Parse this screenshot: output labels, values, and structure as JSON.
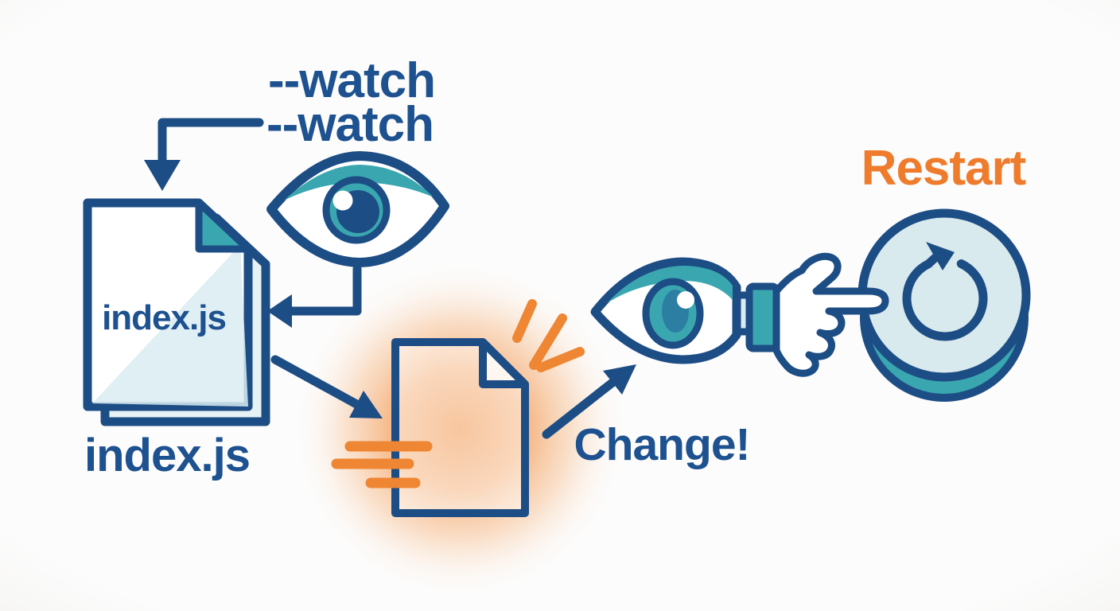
{
  "diagram": {
    "watch_flag_line1": "--watch",
    "watch_flag_line2": "--watch",
    "watched_file_name": "index.js",
    "watched_file_caption": "index.js",
    "change_label": "Change!",
    "restart_label": "Restart"
  },
  "colors": {
    "background": "#fcfcfc",
    "navy": "#1d4d85",
    "navy_text": "#1d518f",
    "teal": "#3aa7b0",
    "teal_deep": "#2c7fa3",
    "light_blue": "#d8eaee",
    "pale_blue": "#e7f2f5",
    "sky_tint": "#d9ecf2",
    "orange": "#ee8633",
    "restart_orange": "#ee7c2c",
    "white": "#ffffff"
  },
  "icons": {
    "watcher_eye": "eye-icon",
    "observer_eye": "eye-icon",
    "watched_file": "file-document-icon",
    "changed_file": "file-document-icon",
    "pointing_hand": "pointing-hand-icon",
    "restart_button": "restart-circular-arrow-icon"
  }
}
